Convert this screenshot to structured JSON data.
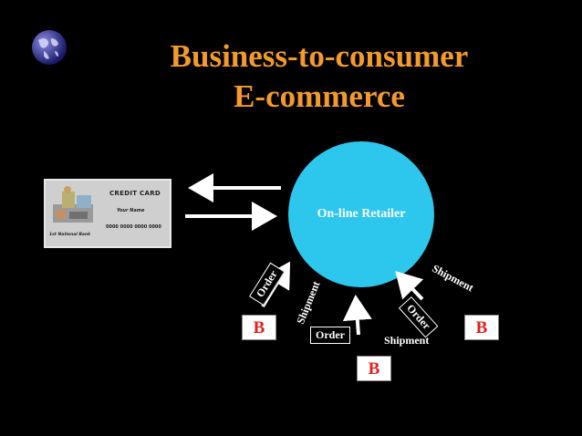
{
  "title": {
    "line1": "Business-to-consumer",
    "line2": "E-commerce"
  },
  "card": {
    "title": "CREDIT CARD",
    "name": "Your Name",
    "number": "0000 0000 0000 0000",
    "bank": "1st National Bank"
  },
  "retailer": {
    "label": "On-line Retailer"
  },
  "labels": {
    "order": "Order",
    "shipment": "Shipment",
    "b": "B"
  },
  "colors": {
    "background": "#000000",
    "title": "#F39A2B",
    "retailer_fill": "#2DC7EE",
    "b_text": "#E0211B"
  }
}
